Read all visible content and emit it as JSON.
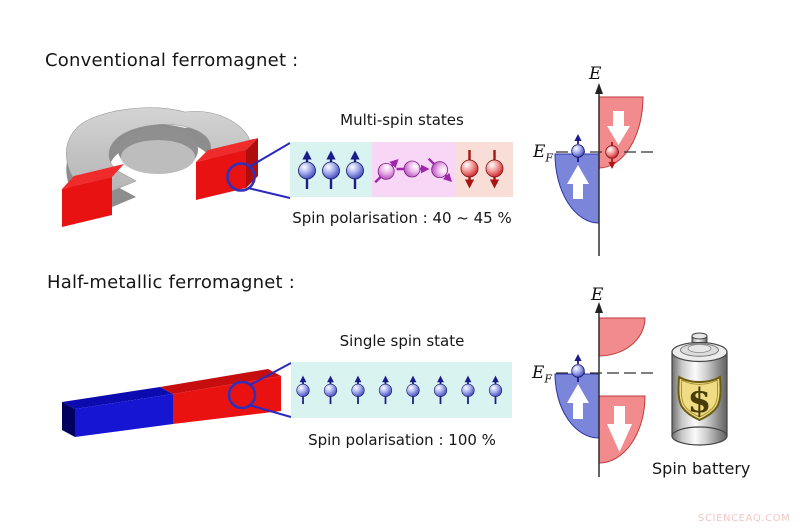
{
  "top_section": {
    "title": "Conventional ferromagnet :",
    "box_label": "Multi-spin states",
    "polarisation_text": "Spin polarisation : 40 ~ 45 %",
    "spin_groups": [
      {
        "direction": "up",
        "count": 3,
        "color": "blue",
        "background": "#d9f3f1"
      },
      {
        "direction": "mixed-tilted",
        "count": 3,
        "color": "magenta",
        "background": "#f7d7f5"
      },
      {
        "direction": "down",
        "count": 2,
        "color": "red",
        "background": "#f8ded7"
      }
    ],
    "energy_axis_label": "E",
    "fermi_label": {
      "base": "E",
      "sub": "F"
    }
  },
  "bottom_section": {
    "title": "Half-metallic ferromagnet :",
    "box_label": "Single spin state",
    "polarisation_text": "Spin polarisation : 100 %",
    "spin_groups": [
      {
        "direction": "up",
        "count": 8,
        "color": "blue",
        "background": "#d9f3f1"
      }
    ],
    "energy_axis_label": "E",
    "fermi_label": {
      "base": "E",
      "sub": "F"
    },
    "battery_label": "Spin battery",
    "battery_symbol": "$"
  },
  "watermark": "SCIENCEAQ.COM",
  "colors": {
    "magnet_red": "#e81212",
    "magnet_blue": "#1616d2",
    "horseshoe_gray": "#c8c8c8",
    "band_spin_up_blue": "#7b86da",
    "band_spin_down_red": "#f28b8e",
    "connector_blue": "#2a2ac0",
    "battery_shield_yellow": "#f0dc85",
    "watermark_pink": "#f2c6c6"
  }
}
